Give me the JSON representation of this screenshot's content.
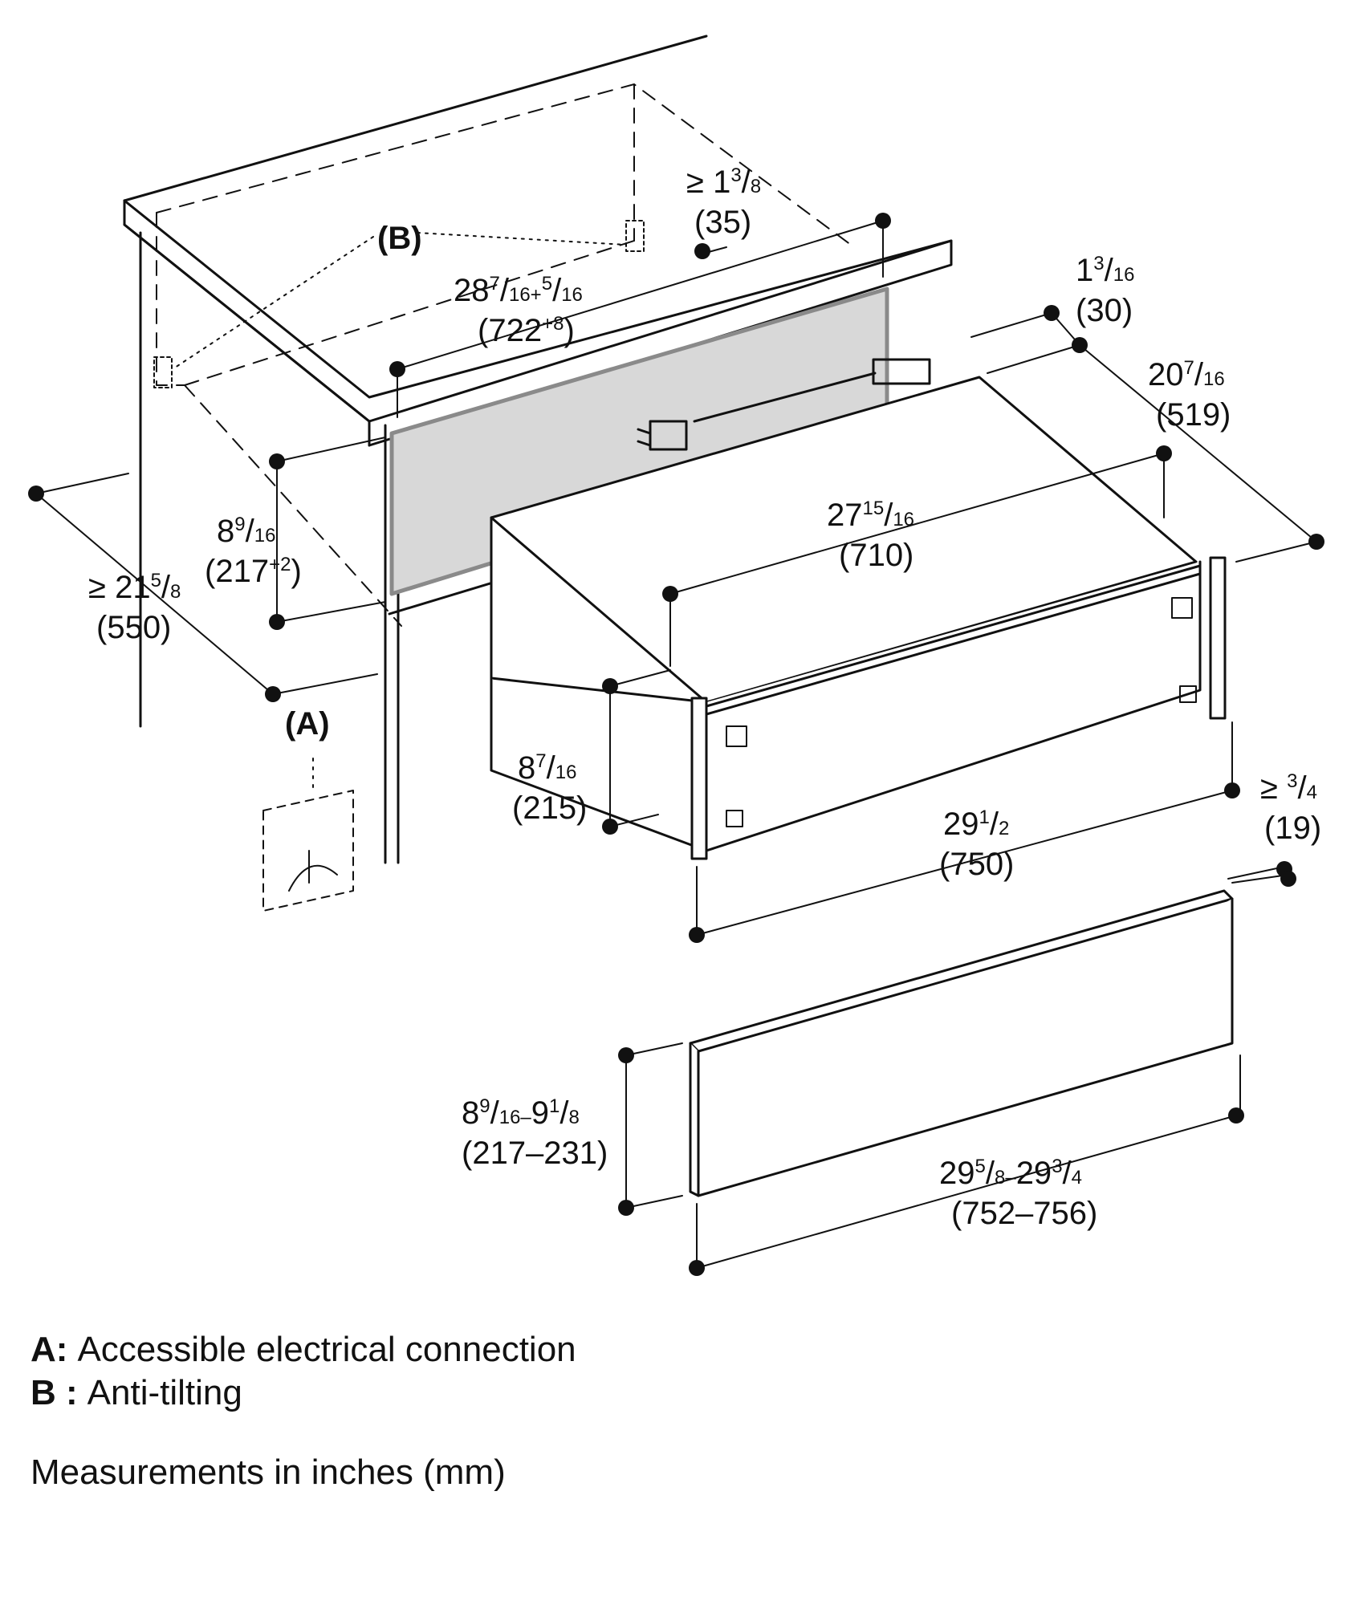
{
  "callouts": {
    "a": "(A)",
    "b": "(B)"
  },
  "dimensions": {
    "gap_top": {
      "prefix": "≥ 1",
      "sup": "3",
      "den": "8",
      "mm": "(35)"
    },
    "cutout_width": {
      "whole": "28",
      "sup": "7",
      "den": "16+",
      "sup2": "5",
      "den2": "16",
      "mm": "(722",
      "mm_sup": "+8",
      "mm_end": ")"
    },
    "bracket_offset": {
      "whole": "1",
      "sup": "3",
      "den": "16",
      "mm": "(30)"
    },
    "depth_outer": {
      "whole": "20",
      "sup": "7",
      "den": "16",
      "mm": "(519)"
    },
    "depth_body": {
      "whole": "27",
      "sup": "15",
      "den": "16",
      "mm": "(710)"
    },
    "cutout_height": {
      "whole": "8",
      "sup": "9",
      "den": "16",
      "mm": "(217",
      "mm_sup": "+2",
      "mm_end": ")"
    },
    "min_depth": {
      "prefix": "≥ 21",
      "sup": "5",
      "den": "8",
      "mm": "(550)"
    },
    "body_height": {
      "whole": "8",
      "sup": "7",
      "den": "16",
      "mm": "(215)"
    },
    "front_gap": {
      "prefix": "≥ ",
      "sup": "3",
      "den": "4",
      "mm": "(19)"
    },
    "body_width": {
      "whole": "29",
      "sup": "1",
      "den": "2",
      "mm": "(750)"
    },
    "panel_height": {
      "whole": "8",
      "sup": "9",
      "den": "16–",
      "whole2": "9",
      "sup2": "1",
      "den2": "8",
      "mm": "(217–231)"
    },
    "panel_width": {
      "whole": "29",
      "sup": "5",
      "den": "8–",
      "whole2": "29",
      "sup2": "3",
      "den2": "4",
      "mm": "(752–756)"
    }
  },
  "legend": [
    {
      "key": "A:",
      "text": "Accessible electrical connection"
    },
    {
      "key": "B :",
      "text": "Anti-tilting"
    }
  ],
  "note": "Measurements in inches (mm)"
}
